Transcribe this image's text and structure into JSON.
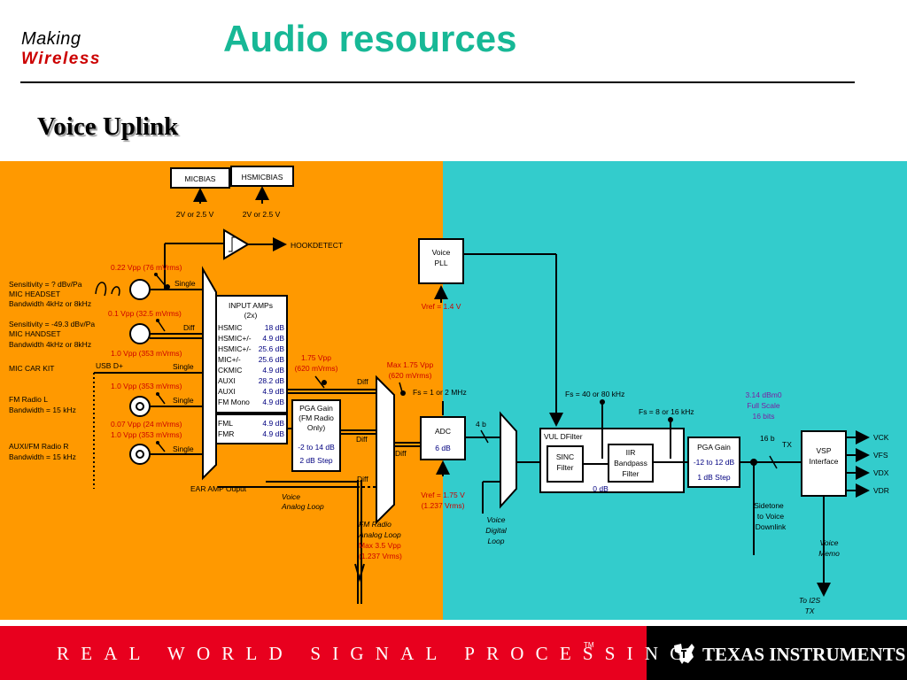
{
  "header": {
    "logo_line1": "Making",
    "logo_line2": "Wireless",
    "title": "Audio resources",
    "subtitle": "Voice Uplink"
  },
  "diagram": {
    "bias": {
      "micbias": "MICBIAS",
      "hsmicbias": "HSMICBIAS",
      "micbias_v": "2V or 2.5 V",
      "hsmicbias_v": "2V or 2.5 V"
    },
    "hookdetect": "HOOKDETECT",
    "inputs": {
      "micheadset_level": "0.22 Vpp (76 mVrms)",
      "micheadset_sens": "Sensitivity = ? dBv/Pa",
      "micheadset_name": "MIC HEADSET",
      "micheadset_bw": "Bandwidth 4kHz or 8kHz",
      "michandset_level": "0.1 Vpp (32.5 mVrms)",
      "michandset_sens": "Sensitivity = -49.3 dBv/Pa",
      "michandset_name": "MIC HANDSET",
      "michandset_bw": "Bandwidth 4kHz or 8kHz",
      "carkit_level": "1.0 Vpp (353 mVrms)",
      "carkit_name": "MIC CAR KIT",
      "usb": "USB D+",
      "fmradio_level": "1.0 Vpp (353 mVrms)",
      "fmradio_name": "FM Radio L",
      "fmradio_bw": "Bandwidth = 15 kHz",
      "auxi_level1": "0.07 Vpp (24 mVrms)",
      "auxi_level2": "1.0 Vpp (353 mVrms)",
      "auxi_name": "AUXI/FM Radio R",
      "auxi_bw": "Bandwidth = 15 kHz",
      "single": "Single",
      "diff": "Diff"
    },
    "input_amps": {
      "title1": "INPUT AMPs",
      "title2": "(2x)",
      "rows": [
        {
          "name": "HSMIC",
          "gain": "18 dB"
        },
        {
          "name": "HSMIC+/-",
          "gain": "4.9 dB"
        },
        {
          "name": "HSMIC+/-",
          "gain": "25.6 dB"
        },
        {
          "name": "MIC+/-",
          "gain": "25.6 dB"
        },
        {
          "name": "CKMIC",
          "gain": "4.9 dB"
        },
        {
          "name": "AUXI",
          "gain": "28.2 dB"
        },
        {
          "name": "AUXI",
          "gain": "4.9 dB"
        },
        {
          "name": "FM Mono",
          "gain": "4.9 dB"
        }
      ],
      "rows2": [
        {
          "name": "FML",
          "gain": "4.9 dB"
        },
        {
          "name": "FMR",
          "gain": "4.9 dB"
        }
      ]
    },
    "ear_amp": "EAR AMP Ouput",
    "amp_out_level1": "1.75 Vpp",
    "amp_out_level2": "(620 mVrms)",
    "pga_fm": {
      "title1": "PGA Gain",
      "title2": "(FM Radio",
      "title3": "Only)",
      "range": "-2 to 14 dB",
      "step": "2 dB Step"
    },
    "voice_analog_loop1": "Voice",
    "voice_analog_loop2": "Analog Loop",
    "fm_analog1": "FM Radio",
    "fm_analog2": "Analog Loop",
    "fm_analog3": "Max 3.5 Vpp",
    "fm_analog4": "(1.237 Vrms)",
    "max_level1": "Max 1.75 Vpp",
    "max_level2": "(620 mVrms)",
    "voice_pll1": "Voice",
    "voice_pll2": "PLL",
    "vref_pll": "Vref  = 1.4 V",
    "adc": {
      "title": "ADC",
      "gain": "6 dB",
      "fs": "Fs = 1 or 2 MHz",
      "vref1": "Vref  = 1.75 V",
      "vref2": "(1.237 Vrms)"
    },
    "bits_4b": "4 b",
    "voice_digital_loop1": "Voice",
    "voice_digital_loop2": "Digital",
    "voice_digital_loop3": "Loop",
    "vul": {
      "title": "VUL DFilter",
      "sinc1": "SINC",
      "sinc2": "Filter",
      "iir1": "IIR",
      "iir2": "Bandpass",
      "iir3": "Filter",
      "gain": "0 dB",
      "fs1": "Fs = 40 or 80 kHz",
      "fs2": "Fs = 8 or 16 kHz"
    },
    "pga_gain": {
      "title": "PGA Gain",
      "range": "-12 to 12 dB",
      "step": "1 dB Step"
    },
    "level_full": {
      "l1": "3.14 dBm0",
      "l2": "Full Scale",
      "l3": "16 bits"
    },
    "bits_16b": "16 b",
    "tx": "TX",
    "sidetone1": "Sidetone",
    "sidetone2": "to Voice",
    "sidetone3": "Downlink",
    "vsp": {
      "title1": "VSP",
      "title2": "Interface"
    },
    "vsp_out": [
      "VCK",
      "VFS",
      "VDX",
      "VDR"
    ],
    "voice_memo1": "Voice",
    "voice_memo2": "Memo",
    "to_i2s1": "To I2S",
    "to_i2s2": "TX"
  },
  "footer": {
    "tagline": "REAL WORLD SIGNAL PROCESSING",
    "tm": "TM",
    "company": "TEXAS INSTRUMENTS"
  },
  "colors": {
    "left_panel": "#ff9900",
    "right_panel": "#33cccc",
    "title": "#17b896",
    "footer_red": "#e8001e"
  }
}
